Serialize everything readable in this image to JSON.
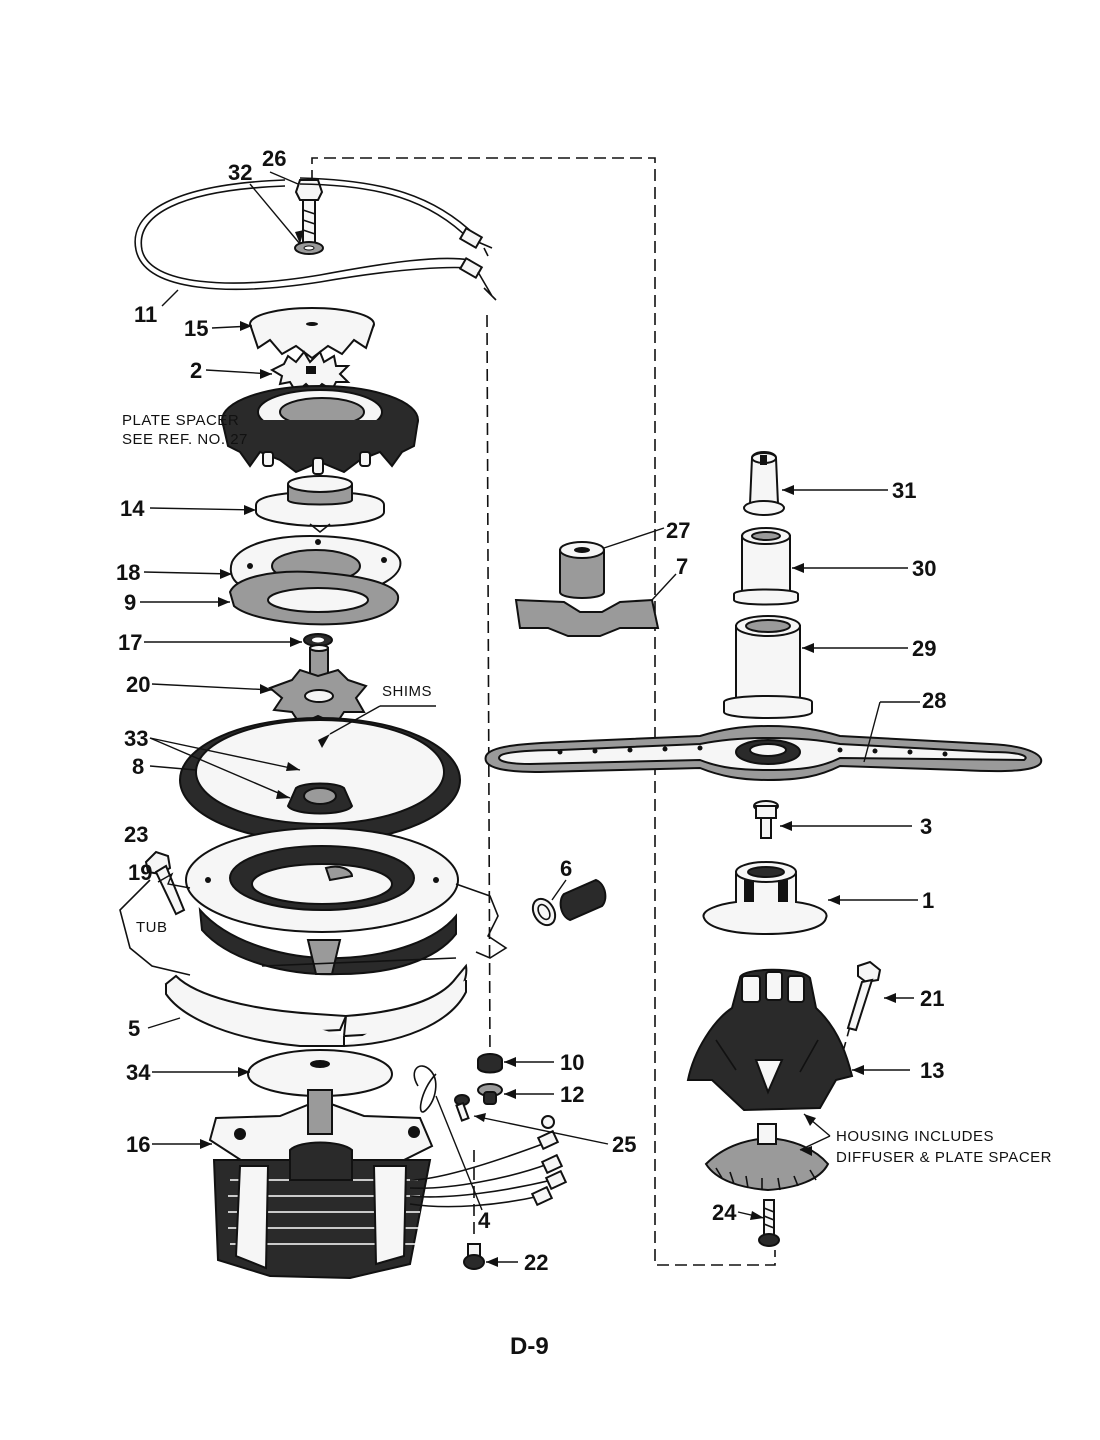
{
  "page_code": "D-9",
  "notes": {
    "plate_spacer_1": "PLATE SPACER",
    "plate_spacer_2": "SEE REF. NO. 27",
    "shims": "SHIMS",
    "tub": "TUB",
    "housing_1": "HOUSING INCLUDES",
    "housing_2": "DIFFUSER & PLATE SPACER"
  },
  "callouts": {
    "c26": "26",
    "c32": "32",
    "c11": "11",
    "c15": "15",
    "c2": "2",
    "c14": "14",
    "c18": "18",
    "c9": "9",
    "c17": "17",
    "c20": "20",
    "c33": "33",
    "c8": "8",
    "c23": "23",
    "c19": "19",
    "c5": "5",
    "c34": "34",
    "c16": "16",
    "c27": "27",
    "c7": "7",
    "c31": "31",
    "c30": "30",
    "c29": "29",
    "c28": "28",
    "c3": "3",
    "c6": "6",
    "c1": "1",
    "c21": "21",
    "c10": "10",
    "c12": "12",
    "c13": "13",
    "c25": "25",
    "c4": "4",
    "c22": "22",
    "c24": "24"
  },
  "colors": {
    "ink": "#111111",
    "paper": "#ffffff"
  }
}
